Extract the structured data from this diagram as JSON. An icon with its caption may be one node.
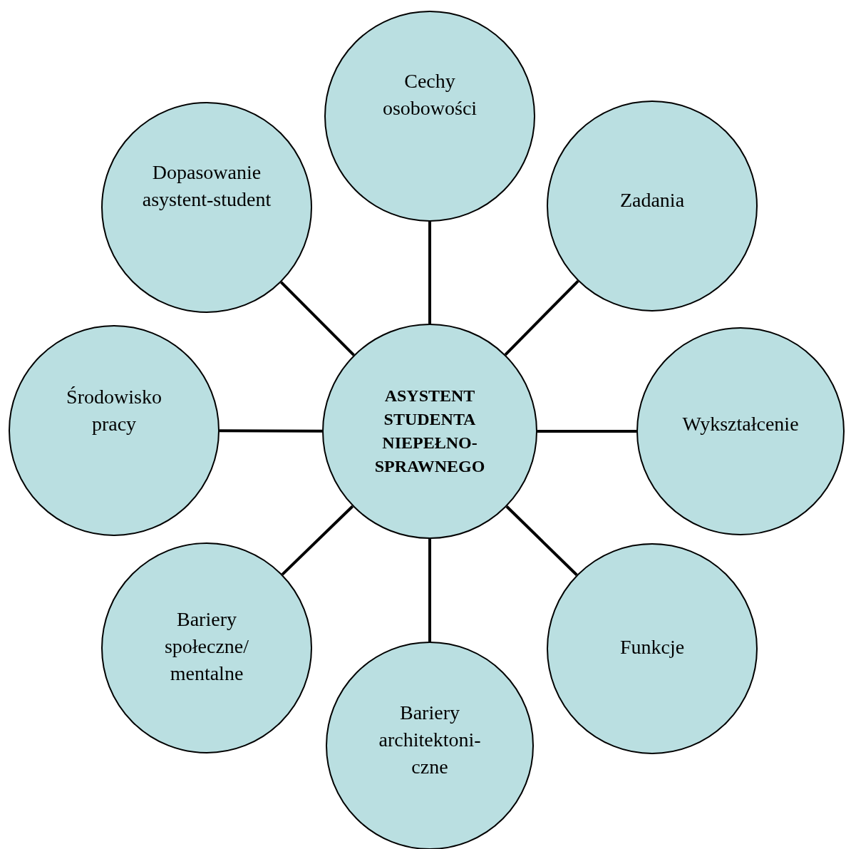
{
  "diagram": {
    "nodes": [
      {
        "text": [
          "Cechy osobowości"
        ]
      },
      {
        "text": [
          "Dopasowanie asystent-student"
        ]
      },
      {
        "text": [
          "Zadania"
        ]
      },
      {
        "text": [
          "Środowisko pracy"
        ]
      },
      {
        "text": [
          "ASYSTENT STUDENTA NIEPEŁNO-SPRAWNEGO"
        ]
      },
      {
        "text": [
          "Wykształcenie"
        ]
      },
      {
        "text": [
          "Bariery społeczne/ mentalne"
        ]
      },
      {
        "text": [
          "Funkcje"
        ]
      },
      {
        "text": [
          "Bariery architektoni-czne"
        ]
      }
    ],
    "edges": [
      {
        "from": 4,
        "to": 0,
        "arrow": "none"
      },
      {
        "from": 4,
        "to": 2,
        "arrow": "none"
      },
      {
        "from": 4,
        "to": 5,
        "arrow": "none"
      },
      {
        "from": 4,
        "to": 7,
        "arrow": "none"
      },
      {
        "from": 4,
        "to": 8,
        "arrow": "none"
      },
      {
        "from": 4,
        "to": 6,
        "arrow": "none"
      },
      {
        "from": 4,
        "to": 3,
        "arrow": "none"
      },
      {
        "from": 4,
        "to": 1,
        "arrow": "none"
      }
    ]
  }
}
